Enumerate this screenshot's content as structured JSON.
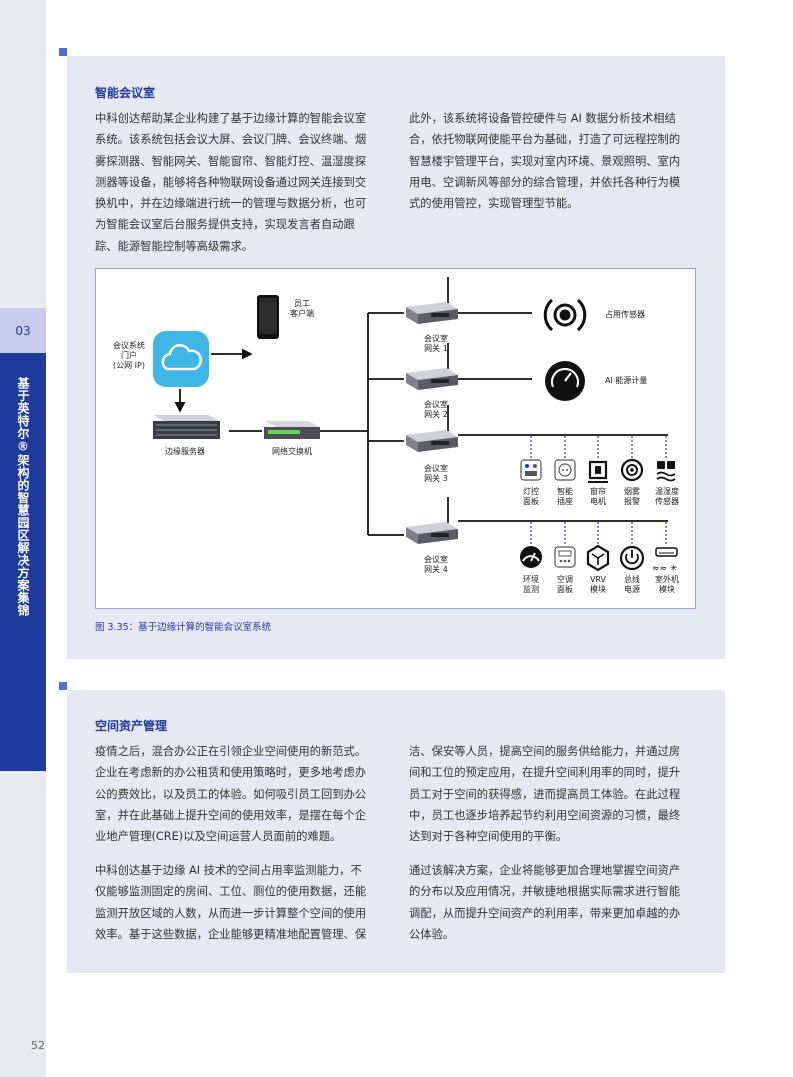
{
  "page": {
    "number": "52"
  },
  "sidebar": {
    "chapter_number": "03",
    "chapter_title": "基于英特尔®架构的智慧园区解决方案集锦"
  },
  "section1": {
    "title": "智能会议室",
    "para_left": [
      "中科创达帮助某企业构建了基于边缘计算的智能会议室",
      "系统。该系统包括会议大屏、会议门牌、会议终端、烟",
      "雾探测器、智能网关、智能窗帘、智能灯控、温湿度探",
      "测器等设备，能够将各种物联网设备通过网关连接到交",
      "换机中，并在边缘端进行统一的管理与数据分析，也可",
      "为智能会议室后台服务提供支持，实现发言者自动跟",
      "踪、能源智能控制等高级需求。"
    ],
    "para_right": [
      "此外，该系统将设备管控硬件与 AI 数据分析技术相结",
      "合，依托物联网使能平台为基础，打造了可远程控制的",
      "智慧楼宇管理平台，实现对室内环境、景观照明、室内",
      "用电、空调新风等部分的综合管理，并依托各种行为模",
      "式的使用管控，实现管理型节能。"
    ]
  },
  "diagram": {
    "portal": "会议系统\n门户\n(公网 IP)",
    "phone": "员工\n客户端",
    "server": "边缘服务器",
    "switch": "网络交换机",
    "gateways": [
      "会议室\n网关 1",
      "会议室\n网关 2",
      "会议室\n网关 3",
      "会议室\n网关 4"
    ],
    "occupancy_sensor": "占用传感器",
    "energy_meter": "AI 能源计量",
    "gw3_devices": [
      "灯控\n面板",
      "智能\n插座",
      "窗帘\n电机",
      "烟雾\n报警",
      "温湿度\n传感器"
    ],
    "gw4_devices": [
      "环境\n监测",
      "空调\n面板",
      "VRV\n模块",
      "总线\n电源",
      "室外机\n模块"
    ],
    "caption": "图 3.35：基于边缘计算的智能会议室系统",
    "icons": [
      "cloud-icon",
      "phone-icon",
      "server-icon",
      "switch-icon",
      "router-icon",
      "wifi-signal-icon",
      "energy-gauge-icon",
      "light-panel-icon",
      "socket-icon",
      "curtain-motor-icon",
      "smoke-alarm-icon",
      "humidity-sensor-icon",
      "environment-monitor-icon",
      "ac-panel-icon",
      "vrv-module-icon",
      "power-icon",
      "outdoor-unit-icon"
    ],
    "colors": {
      "accent": "#1e3b9c",
      "cloud": "#3fb6e6",
      "frame": "#9aa3cf"
    }
  },
  "section2": {
    "title": "空间资产管理",
    "p1_left": [
      "疫情之后，混合办公正在引领企业空间使用的新范式。",
      "企业在考虑新的办公租赁和使用策略时，更多地考虑办",
      "公的费效比，以及员工的体验。如何吸引员工回到办公",
      "室，并在此基础上提升空间的使用效率，是摆在每个企",
      "业地产管理(CRE)以及空间运营人员面前的难题。"
    ],
    "p1_right": [
      "洁、保安等人员，提高空间的服务供给能力，并通过房",
      "间和工位的预定应用，在提升空间利用率的同时，提升",
      "员工对于空间的获得感，进而提高员工体验。在此过程",
      "中，员工也逐步培养起节约利用空间资源的习惯，最终",
      "达到对于各种空间使用的平衡。"
    ],
    "p2_left": [
      "中科创达基于边缘 AI 技术的空间占用率监测能力，不",
      "仅能够监测固定的房间、工位、厕位的使用数据，还能",
      "监测开放区域的人数，从而进一步计算整个空间的使用",
      "效率。基于这些数据，企业能够更精准地配置管理、保"
    ],
    "p2_right": [
      "通过该解决方案，企业将能够更加合理地掌握空间资产",
      "的分布以及应用情况，并敏捷地根据实际需求进行智能",
      "调配，从而提升空间资产的利用率，带来更加卓越的办",
      "公体验。"
    ]
  }
}
